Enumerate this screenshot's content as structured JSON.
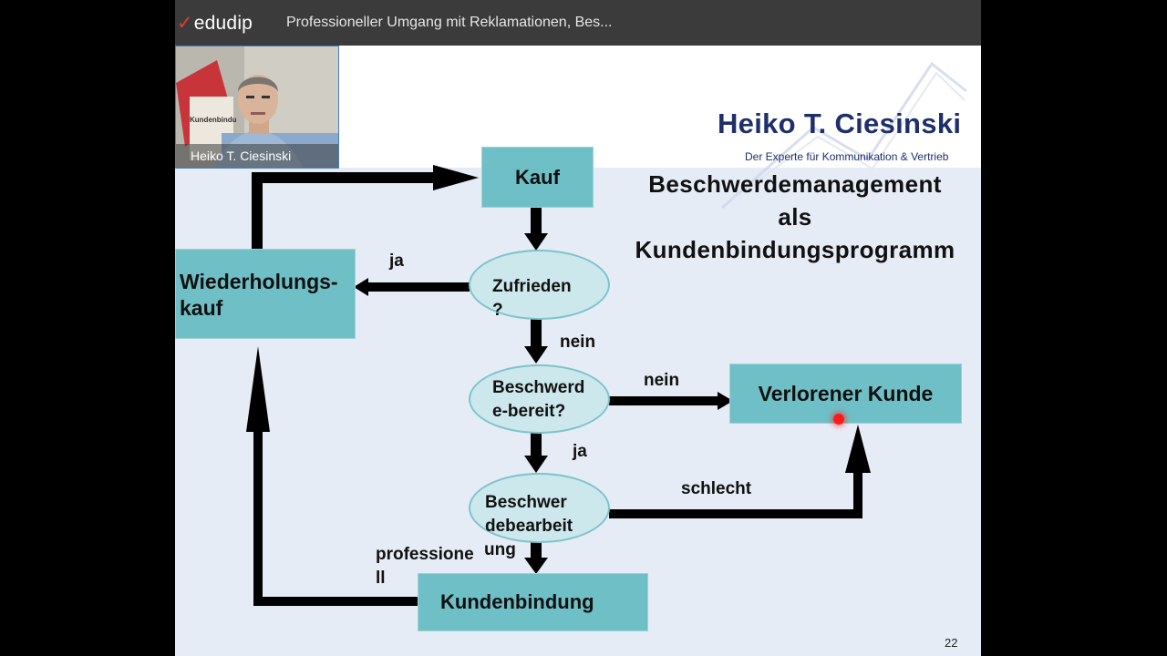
{
  "header": {
    "logo_text": "edudip",
    "video_title": "Professioneller Umgang mit Reklamationen, Bes..."
  },
  "webcam": {
    "presenter_name": "Heiko T. Ciesinski",
    "board_text": "Kundenbindu"
  },
  "slide": {
    "brand": {
      "name": "Heiko T. Ciesinski",
      "tagline": "Der Experte für Kommunikation & Vertrieb"
    },
    "headline": {
      "line1": "Beschwerdemanagement",
      "line2": "als",
      "line3": "Kundenbindungsprogramm"
    },
    "nodes": {
      "kauf": "Kauf",
      "wiederholung_line1": "Wiederholungs-",
      "wiederholung_line2": "kauf",
      "zufrieden_line1": "Zufrieden",
      "zufrieden_line2": "?",
      "beschwerde_bereit_line1": "Beschwerd",
      "beschwerde_bereit_line2": "e-bereit?",
      "bearbeitung_line1": "Beschwer",
      "bearbeitung_line2": "debearbeit",
      "bearbeitung_line3": "ung",
      "verlorener_kunde": "Verlorener Kunde",
      "kundenbindung": "Kundenbindung"
    },
    "edge_labels": {
      "ja_top": "ja",
      "nein_down": "nein",
      "nein_right": "nein",
      "ja_down": "ja",
      "schlecht": "schlecht",
      "professionell_line1": "professione",
      "professionell_line2": "ll"
    },
    "page_number": "22"
  },
  "colors": {
    "box_fill": "#6fbfc6",
    "ellipse_fill": "#cde8ec",
    "brand_navy": "#1e2f6b",
    "topbar": "#3b3b3b"
  }
}
